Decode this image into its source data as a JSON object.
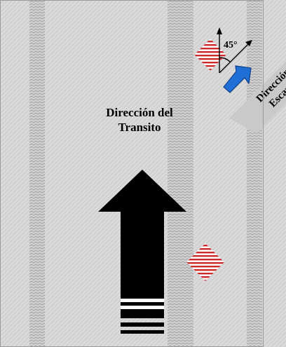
{
  "traffic_label_line1": "Dirección del",
  "traffic_label_line2": "Transito",
  "scan_label_line1": "Dirección de",
  "scan_label_line2": "Escaneo",
  "angle_label": "45°",
  "colors": {
    "road": "#dadada",
    "lane_texture": "#b5b5b5",
    "hatch_red": "#cc2a2a",
    "scan_arrow_blue": "#1f6fd6",
    "scan_banner": "#c9c9c9",
    "traffic_arrow": "#000000"
  },
  "icons": {
    "traffic_arrow": "up-arrow-icon",
    "scan_arrow": "diagonal-chevron-arrow-icon"
  }
}
